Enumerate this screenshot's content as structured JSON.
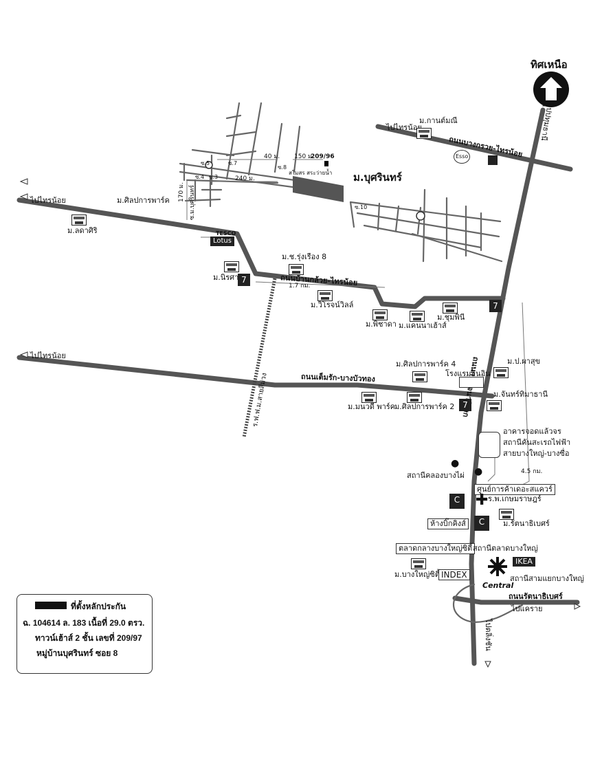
{
  "north_label": "ทิศเหนือ",
  "legend": {
    "title": "ที่ตั้งหลักประกัน",
    "line1": "ฉ. 104614 ล. 183  เนื้อที่ 29.0 ตรว.",
    "line2": "ทาวน์เฮ้าส์ 2 ชั้น เลขที่ 209/97",
    "line3": "หมู่บ้านบุศรินทร์  ซอย 8"
  },
  "roads": {
    "bang_kruai_sai_noi": "ถนนบางกรวย-ไทรน้อย",
    "ban_kluai_sai_noi": "ถนนบ้านกล้วย-ไทรน้อย",
    "tem_rak_bang_bua_thong": "ถนนเต็มรัก-บางบัวทอง",
    "kanchanaphisek": "ถนนกาญจนาภิเษก",
    "rattanathibet": "ถนนรัตนาธิเบศร์",
    "rail_track": "ร.ฟ.ฟ.ม.สายสีม่วง"
  },
  "directions": {
    "to_sai_noi_1": "ไปไทรน้อย",
    "to_sai_noi_2": "ไปไทรน้อย",
    "to_sai_noi_3": "ไปไทรน้อย",
    "to_pathum_thani": "ไปปทุมธานี",
    "to_pak_kret": "ไปแคราย",
    "to_taling_chan": "ไปตลิ่งชัน"
  },
  "villages": {
    "busarin": "ม.บุศรินทร์",
    "kanchanamani": "ม.กานต์มณี",
    "sinlapakorn_park": "ม.ศิลปการพาร์ค",
    "ladasiri": "ม.ลดาศิริ",
    "nirasa": "ม.นิรศา",
    "rung_rueang_8": "ม.ช.รุ่งเรือง 8",
    "virochana_ville": "ม.วิโรจน์วิลล์",
    "phichada": "ม.พิชาดา",
    "kannika_house": "ม.แคนนาเฮ้าส์",
    "chumphini": "ม.ชุมพินี",
    "sinlapakorn_park_4": "ม.ศิลปการพาร์ค 4",
    "manawadee_park": "ม.มนวดี พาร์ค",
    "sinlapakorn_park_2": "ม.ศิลปการพาร์ค 2",
    "pakasuk": "ม.ป.ผาสุข",
    "janthip_himalai": "ม.จันทร์ทิมาธานี",
    "rattanathibet": "ม.รัตนาธิเบศร์",
    "bang_yai_city": "ม.บางใหญ่ซิตี้"
  },
  "places": {
    "inn": "โรงแรมอินอิน",
    "power_station": "อาคารจอดแล้วจร สถานีคันสะเรถไฟฟ้า สายบางใหญ่-บางซื่อ",
    "khlong_bang_phai_station": "สถานีคลองบางไผ่",
    "service_center": "ศูนย์การค้าเดอะสแควร์",
    "kasemrad_hospital": "ร.พ.เกษมราษฎร์",
    "big_king": "ห้างบิ๊กคิงส์",
    "bang_yai_market": "ตลาดกลางบางใหญ่ซิตี้",
    "bang_yai_station": "สถานีตลาดบางใหญ่",
    "bang_yai_junction": "สถานีสามแยกบางใหญ่",
    "ikea": "IKEA",
    "index": "INDEX",
    "central": "Central",
    "tesco": "TESCO",
    "lotus": "Lotus",
    "esso": "Esso",
    "seven": "7"
  },
  "labels": {
    "soi_5": "ซ.5",
    "soi_7": "ซ.7",
    "soi_4": "ซ.4",
    "soi_3": "ซ.3",
    "soi_8": "ซ.8",
    "soi_10": "ซ.10",
    "soi_busarin": "ซ.ม.บุศรินทร์",
    "house_no": "209/96",
    "swimming_pool": "สโมสร สระว่ายน้ำ"
  },
  "distances": {
    "d40": "40 ม.",
    "d150": "150 ม.",
    "d240": "240 ม.",
    "d170": "170 ม.",
    "d1_7": "1.7 กม.",
    "d4_5": "4.5 กม."
  }
}
